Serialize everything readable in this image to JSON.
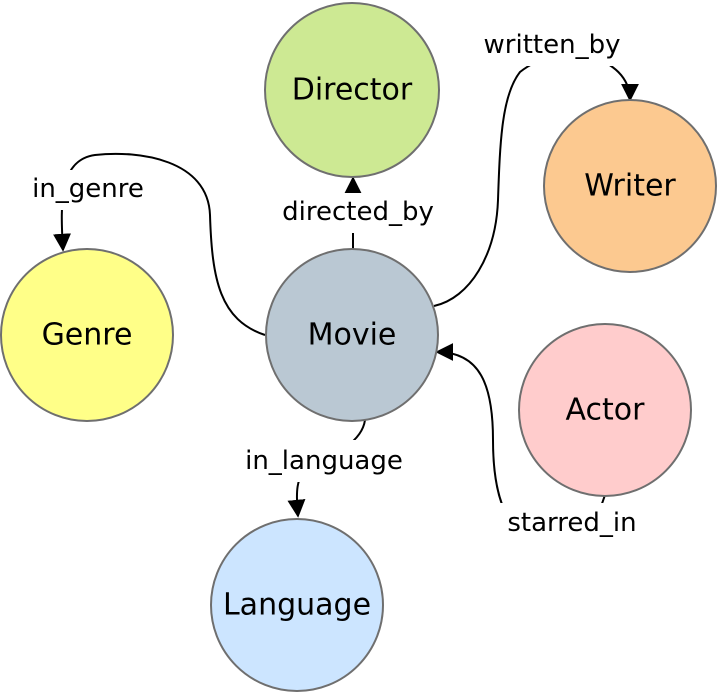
{
  "nodes": [
    {
      "id": "movie",
      "label": "Movie",
      "color": "#bac8d3"
    },
    {
      "id": "director",
      "label": "Director",
      "color": "#cde993"
    },
    {
      "id": "writer",
      "label": "Writer",
      "color": "#fcc990"
    },
    {
      "id": "genre",
      "label": "Genre",
      "color": "#ffff88"
    },
    {
      "id": "actor",
      "label": "Actor",
      "color": "#ffcccc"
    },
    {
      "id": "language",
      "label": "Language",
      "color": "#cce5ff"
    }
  ],
  "edges": [
    {
      "id": "directed-by",
      "label": "directed_by",
      "from": "movie",
      "to": "director"
    },
    {
      "id": "written-by",
      "label": "written_by",
      "from": "movie",
      "to": "writer"
    },
    {
      "id": "in-genre",
      "label": "in_genre",
      "from": "movie",
      "to": "genre"
    },
    {
      "id": "in-language",
      "label": "in_language",
      "from": "movie",
      "to": "language"
    },
    {
      "id": "starred-in",
      "label": "starred_in",
      "from": "actor",
      "to": "movie"
    }
  ]
}
